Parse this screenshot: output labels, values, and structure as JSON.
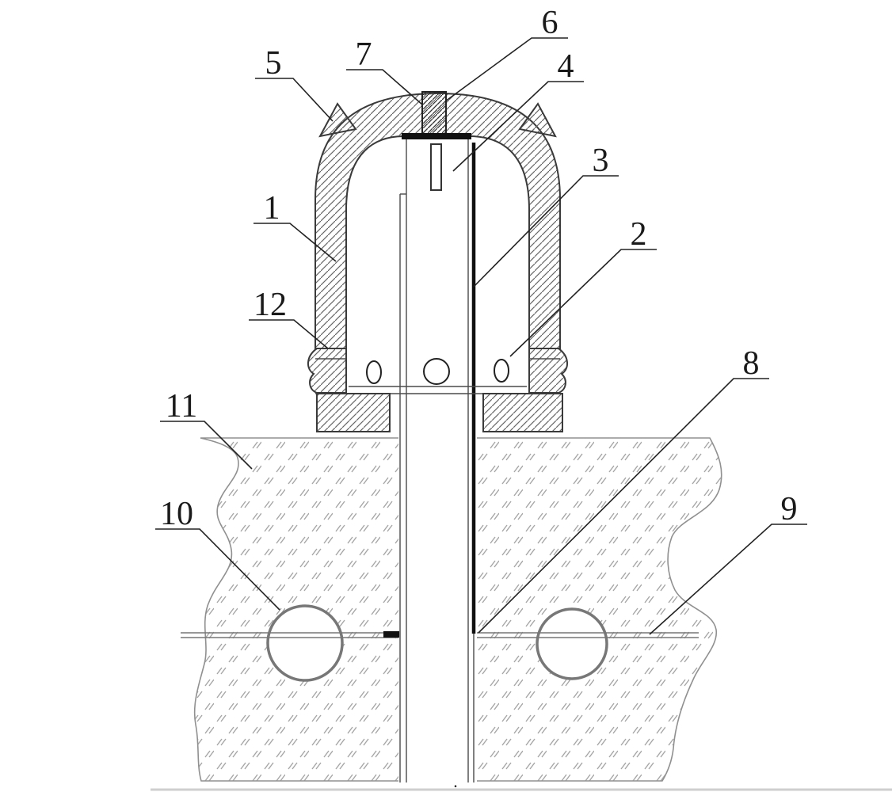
{
  "figure": {
    "type": "patent-cross-section-diagram",
    "callouts": [
      {
        "label": "5"
      },
      {
        "label": "7"
      },
      {
        "label": "6"
      },
      {
        "label": "4"
      },
      {
        "label": "3"
      },
      {
        "label": "2"
      },
      {
        "label": "1"
      },
      {
        "label": "12"
      },
      {
        "label": "11"
      },
      {
        "label": "10"
      },
      {
        "label": "8"
      },
      {
        "label": "9"
      }
    ],
    "bottom_mark": "."
  },
  "colors": {
    "line": "#3a3a3a",
    "hatch": "#666666",
    "soil_mark": "#a6a6a6",
    "ground_edge": "#909090",
    "background": "#ffffff"
  }
}
